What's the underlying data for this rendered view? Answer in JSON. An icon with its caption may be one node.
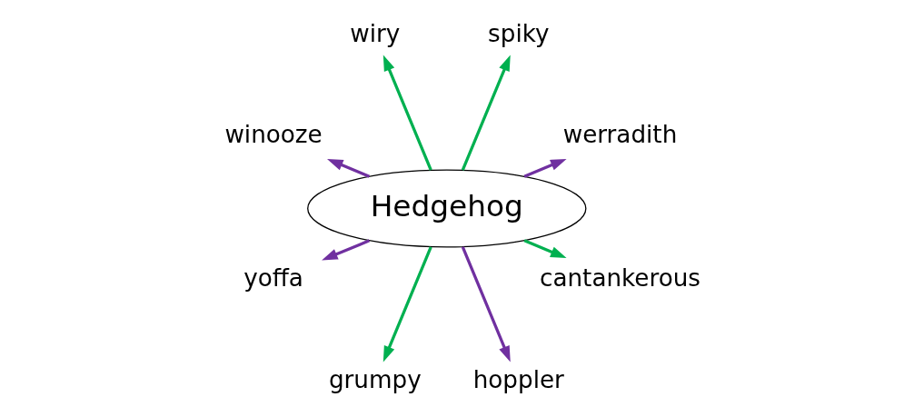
{
  "diagram": {
    "nodes": [
      {
        "text": [
          "Hedgehog"
        ]
      },
      {
        "text": [
          "werradith"
        ]
      },
      {
        "text": [
          "spiky"
        ]
      },
      {
        "text": [
          "wiry"
        ]
      },
      {
        "text": [
          "winooze"
        ]
      },
      {
        "text": [
          "yoffa"
        ]
      },
      {
        "text": [
          "grumpy"
        ]
      },
      {
        "text": [
          "hoppler"
        ]
      },
      {
        "text": [
          "cantankerous"
        ]
      }
    ],
    "edges": [
      {
        "from": 0,
        "to": 1,
        "arrow": "to",
        "color": "#7030a0"
      },
      {
        "from": 0,
        "to": 2,
        "arrow": "to",
        "color": "#00b050"
      },
      {
        "from": 0,
        "to": 3,
        "arrow": "to",
        "color": "#00b050"
      },
      {
        "from": 0,
        "to": 4,
        "arrow": "to",
        "color": "#7030a0"
      },
      {
        "from": 0,
        "to": 5,
        "arrow": "to",
        "color": "#7030a0"
      },
      {
        "from": 0,
        "to": 6,
        "arrow": "to",
        "color": "#00b050"
      },
      {
        "from": 0,
        "to": 7,
        "arrow": "to",
        "color": "#7030a0"
      },
      {
        "from": 0,
        "to": 8,
        "arrow": "to",
        "color": "#00b050"
      }
    ]
  }
}
